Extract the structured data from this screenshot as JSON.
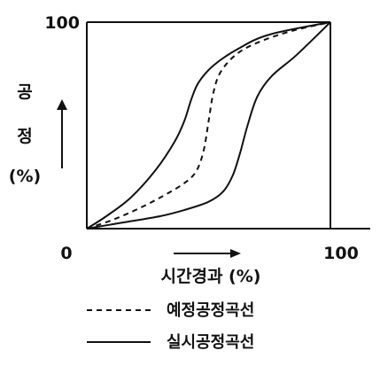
{
  "chart_data": {
    "type": "line",
    "xlabel": "시간경과 (%)",
    "ylabel_parts": [
      "공",
      "정",
      "(%)"
    ],
    "xlim": [
      0,
      100
    ],
    "ylim": [
      0,
      100
    ],
    "x_ticks": [
      {
        "value": 0,
        "label": "0"
      },
      {
        "value": 100,
        "label": "100"
      }
    ],
    "y_ticks": [
      {
        "value": 100,
        "label": "100"
      }
    ],
    "legend_position": "bottom",
    "series": [
      {
        "name": "예정공정곡선",
        "style": "dashed",
        "points": [
          [
            0,
            0
          ],
          [
            10,
            4
          ],
          [
            20,
            9
          ],
          [
            30,
            15
          ],
          [
            40,
            22
          ],
          [
            45,
            28
          ],
          [
            48,
            38
          ],
          [
            50,
            52
          ],
          [
            52,
            66
          ],
          [
            55,
            76
          ],
          [
            62,
            85
          ],
          [
            72,
            91
          ],
          [
            85,
            96
          ],
          [
            100,
            100
          ]
        ]
      },
      {
        "name": "실시공정곡선",
        "style": "solid",
        "points": [
          [
            0,
            0
          ],
          [
            8,
            6
          ],
          [
            18,
            15
          ],
          [
            28,
            28
          ],
          [
            36,
            42
          ],
          [
            40,
            52
          ],
          [
            43,
            63
          ],
          [
            46,
            71
          ],
          [
            52,
            79
          ],
          [
            62,
            87
          ],
          [
            75,
            94
          ],
          [
            100,
            100
          ]
        ]
      },
      {
        "name": "",
        "style": "solid",
        "points": [
          [
            0,
            0
          ],
          [
            15,
            3
          ],
          [
            30,
            6
          ],
          [
            40,
            9
          ],
          [
            50,
            13
          ],
          [
            56,
            18
          ],
          [
            60,
            26
          ],
          [
            63,
            37
          ],
          [
            66,
            50
          ],
          [
            70,
            64
          ],
          [
            76,
            74
          ],
          [
            86,
            84
          ],
          [
            100,
            100
          ]
        ]
      }
    ]
  }
}
